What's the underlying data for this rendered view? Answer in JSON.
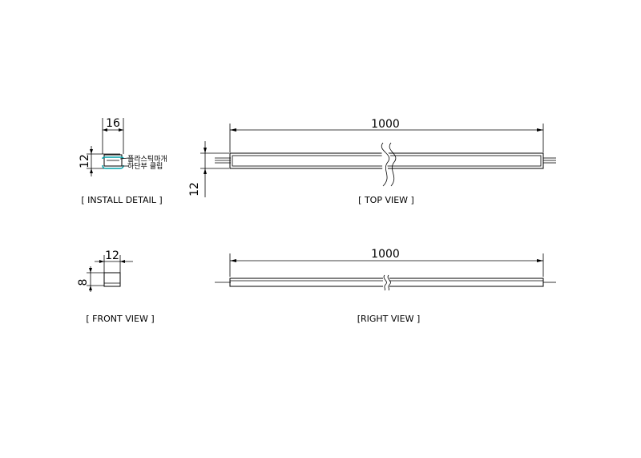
{
  "install_detail": {
    "width_dim": "16",
    "height_dim": "12",
    "note_line1": "플라스틱마개",
    "note_line2": "하단부 클립",
    "caption": "[ INSTALL DETAIL ]"
  },
  "top_view": {
    "length_dim": "1000",
    "height_dim": "12",
    "caption": "[ TOP VIEW ]"
  },
  "front_view": {
    "width_dim": "12",
    "height_dim": "8",
    "caption": "[ FRONT VIEW ]"
  },
  "right_view": {
    "length_dim": "1000",
    "caption": "[RIGHT VIEW ]"
  },
  "colors": {
    "line": "#000000",
    "accent": "#00a0a8"
  }
}
